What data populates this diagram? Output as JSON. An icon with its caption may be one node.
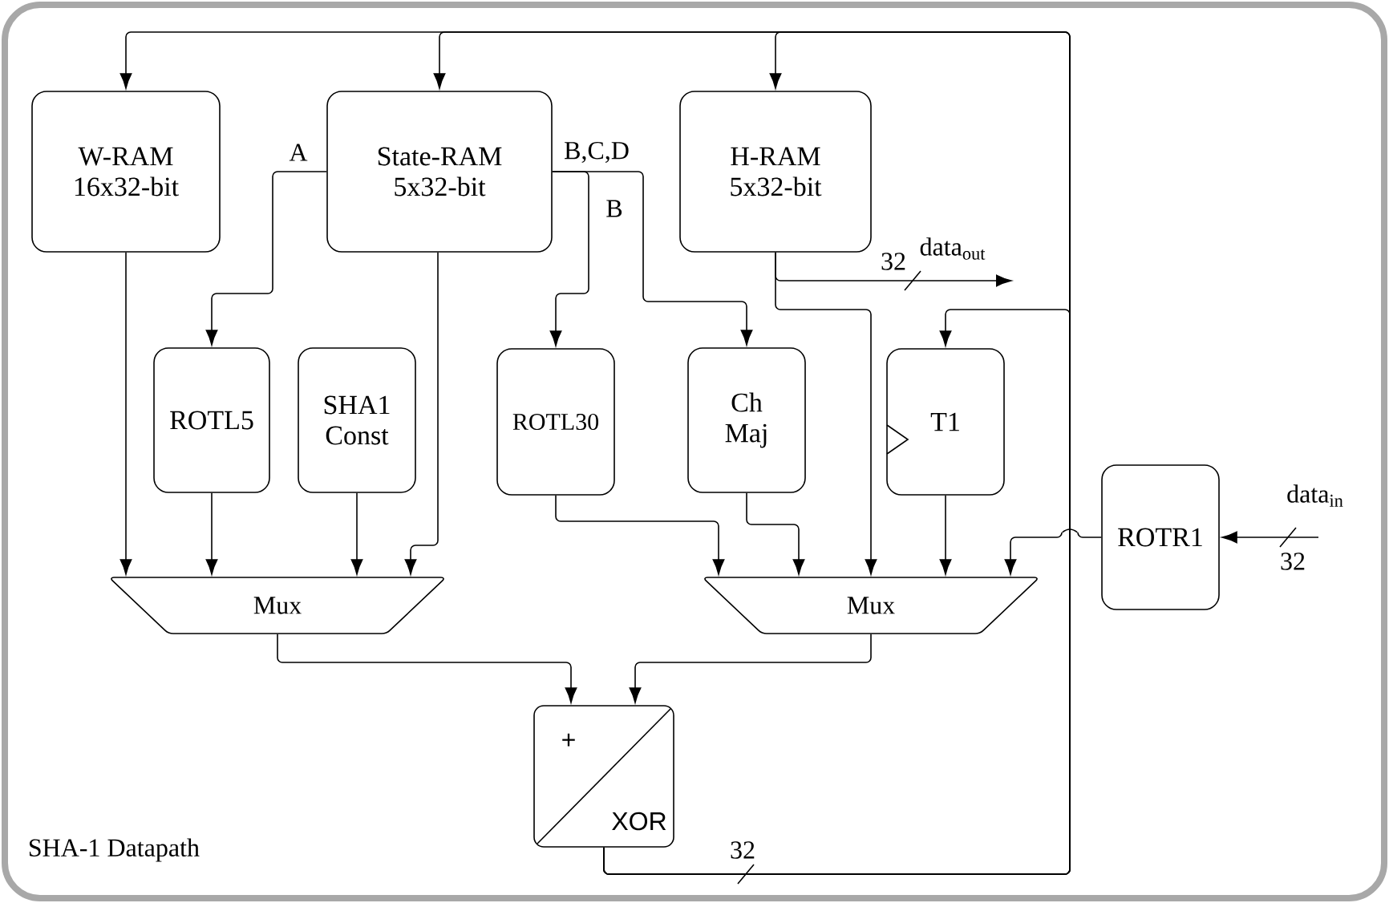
{
  "diagram": {
    "caption": "SHA-1 Datapath",
    "nodes": [
      {
        "text": [
          "W-RAM",
          "16x32-bit"
        ]
      },
      {
        "text": [
          "State-RAM",
          "5x32-bit"
        ]
      },
      {
        "text": [
          "H-RAM",
          "5x32-bit"
        ]
      },
      {
        "text": [
          "ROTL5"
        ]
      },
      {
        "text": [
          "SHA1",
          "Const"
        ]
      },
      {
        "text": [
          "ROTL30"
        ]
      },
      {
        "text": [
          "Ch",
          "Maj"
        ]
      },
      {
        "text": [
          "T1"
        ]
      },
      {
        "text": [
          "Mux"
        ]
      },
      {
        "text": [
          "Mux"
        ]
      },
      {
        "text": [
          "+",
          "XOR"
        ]
      },
      {
        "text": [
          "ROTR1"
        ]
      }
    ],
    "edges": [
      {
        "from": 10,
        "to": 0,
        "arrow": "to"
      },
      {
        "from": 10,
        "to": 1,
        "arrow": "to"
      },
      {
        "from": 10,
        "to": 2,
        "arrow": "to"
      },
      {
        "from": 10,
        "to": 7,
        "arrow": "to"
      },
      {
        "from": 1,
        "to": 3,
        "arrow": "to",
        "label": "A"
      },
      {
        "from": 1,
        "to": 5,
        "arrow": "to",
        "label": "B"
      },
      {
        "from": 1,
        "to": 6,
        "arrow": "to",
        "label": "B,C,D"
      },
      {
        "from": 1,
        "to": 8,
        "arrow": "to"
      },
      {
        "from": 0,
        "to": 8,
        "arrow": "to"
      },
      {
        "from": 3,
        "to": 8,
        "arrow": "to"
      },
      {
        "from": 4,
        "to": 8,
        "arrow": "to"
      },
      {
        "from": 5,
        "to": 9,
        "arrow": "to"
      },
      {
        "from": 6,
        "to": 9,
        "arrow": "to"
      },
      {
        "from": 2,
        "to": 9,
        "arrow": "to"
      },
      {
        "from": 2,
        "to": null,
        "arrow": "to",
        "label": "data$_{out}$"
      },
      {
        "from": 7,
        "to": 9,
        "arrow": "to"
      },
      {
        "from": 11,
        "to": 9,
        "arrow": "to"
      },
      {
        "from": null,
        "to": 11,
        "arrow": "to",
        "label": "data$_{in}$"
      },
      {
        "from": 8,
        "to": 10,
        "arrow": "to"
      },
      {
        "from": 9,
        "to": 10,
        "arrow": "to"
      }
    ],
    "labels": [
      "32",
      "32",
      "32"
    ]
  }
}
